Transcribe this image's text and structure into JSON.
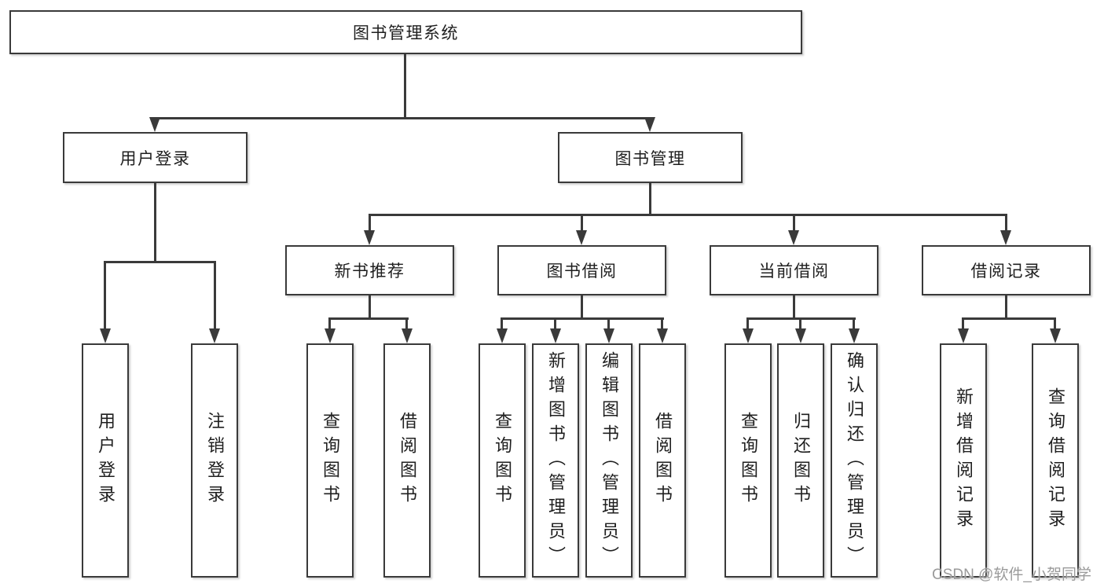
{
  "diagram": {
    "title": "图书管理系统",
    "watermark": "CSDN @软件_小贺同学",
    "colors": {
      "line": "#3a3a3a",
      "border": "#3a3a3a",
      "text": "#1f1f1f",
      "watermark": "#9a9a9a",
      "background": "#ffffff"
    }
  },
  "nodes": {
    "root": {
      "label": "图书管理系统"
    },
    "user_login": {
      "label": "用户登录"
    },
    "book_mgmt": {
      "label": "图书管理"
    },
    "new_book_rec": {
      "label": "新书推荐"
    },
    "book_borrow": {
      "label": "图书借阅"
    },
    "current_borrow": {
      "label": "当前借阅"
    },
    "borrow_records": {
      "label": "借阅记录"
    },
    "leaf_user_login": {
      "label": "用户登录"
    },
    "leaf_logout": {
      "label": "注销登录"
    },
    "leaf_query_book_rec": {
      "label": "查询图书"
    },
    "leaf_borrow_book_rec": {
      "label": "借阅图书"
    },
    "leaf_query_book_borrow": {
      "label": "查询图书"
    },
    "leaf_add_book": {
      "label": "新增图书（管理员）"
    },
    "leaf_edit_book": {
      "label": "编辑图书（管理员）"
    },
    "leaf_borrow_book_borrow": {
      "label": "借阅图书"
    },
    "leaf_query_book_current": {
      "label": "查询图书"
    },
    "leaf_return_book": {
      "label": "归还图书"
    },
    "leaf_confirm_return": {
      "label": "确认归还（管理员）"
    },
    "leaf_add_record": {
      "label": "新增借阅记录"
    },
    "leaf_query_record": {
      "label": "查询借阅记录"
    }
  }
}
